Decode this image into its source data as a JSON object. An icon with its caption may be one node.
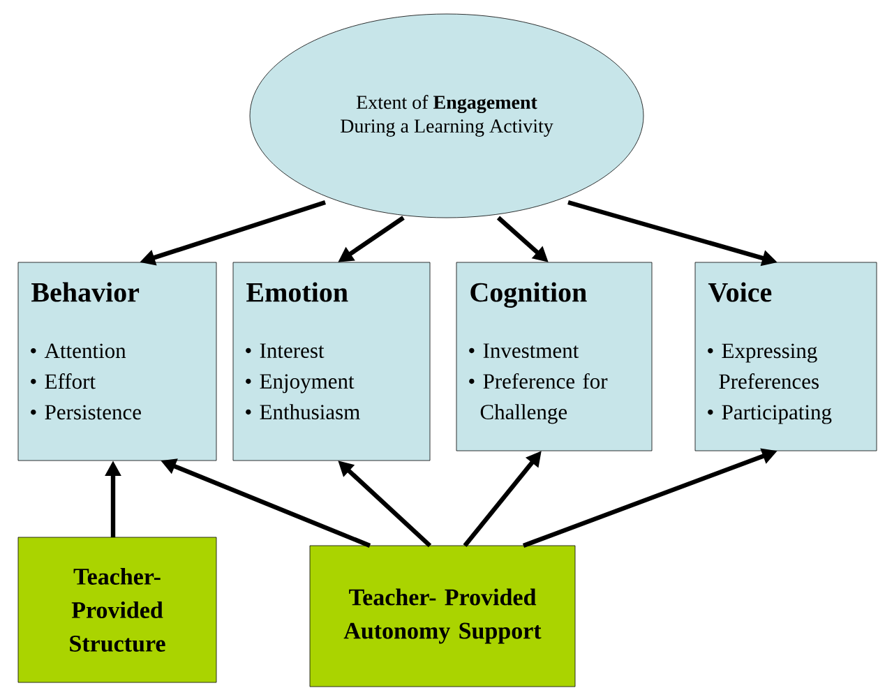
{
  "diagram": {
    "nodes": [
      {
        "text": [
          "Extent of **Engagement**",
          "During a Learning Activity"
        ]
      },
      {
        "text": [
          "Behavior",
          "• Attention",
          "• Effort",
          "• Persistence"
        ]
      },
      {
        "text": [
          "Emotion",
          "• Interest",
          "• Enjoyment",
          "• Enthusiasm"
        ]
      },
      {
        "text": [
          "Cognition",
          "• Investment",
          "• Preference for Challenge"
        ]
      },
      {
        "text": [
          "Voice",
          "• Expressing Preferences",
          "• Participating"
        ]
      },
      {
        "text": [
          "Teacher- Provided Structure"
        ]
      },
      {
        "text": [
          "Teacher- Provided Autonomy Support"
        ]
      }
    ],
    "edges": [
      {
        "from": 0,
        "to": 1,
        "arrow": "to"
      },
      {
        "from": 0,
        "to": 2,
        "arrow": "to"
      },
      {
        "from": 0,
        "to": 3,
        "arrow": "to"
      },
      {
        "from": 0,
        "to": 4,
        "arrow": "to"
      },
      {
        "from": 5,
        "to": 1,
        "arrow": "to"
      },
      {
        "from": 6,
        "to": 1,
        "arrow": "to"
      },
      {
        "from": 6,
        "to": 2,
        "arrow": "to"
      },
      {
        "from": 6,
        "to": 3,
        "arrow": "to"
      },
      {
        "from": 6,
        "to": 4,
        "arrow": "to"
      }
    ]
  }
}
